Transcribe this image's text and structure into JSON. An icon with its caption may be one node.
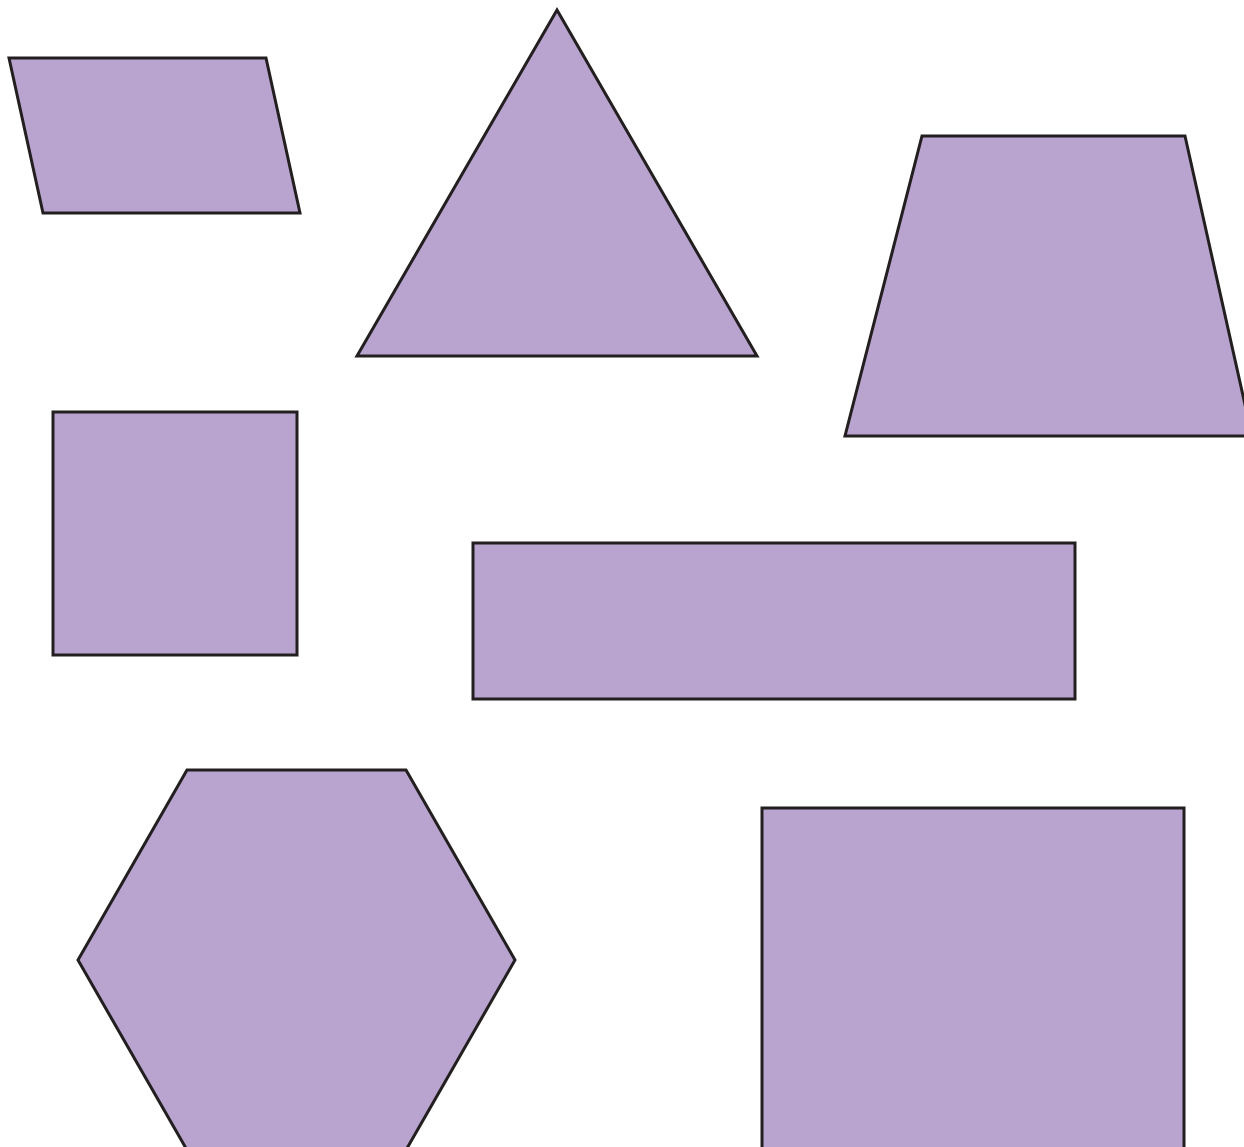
{
  "diagram": {
    "nodes": [
      {
        "text": [],
        "shape": "parallelogram"
      },
      {
        "text": [],
        "shape": "triangle"
      },
      {
        "text": [],
        "shape": "trapezoid"
      },
      {
        "text": [],
        "shape": "box"
      },
      {
        "text": [],
        "shape": "box"
      },
      {
        "text": [],
        "shape": "hexagon"
      },
      {
        "text": [],
        "shape": "box"
      }
    ]
  }
}
